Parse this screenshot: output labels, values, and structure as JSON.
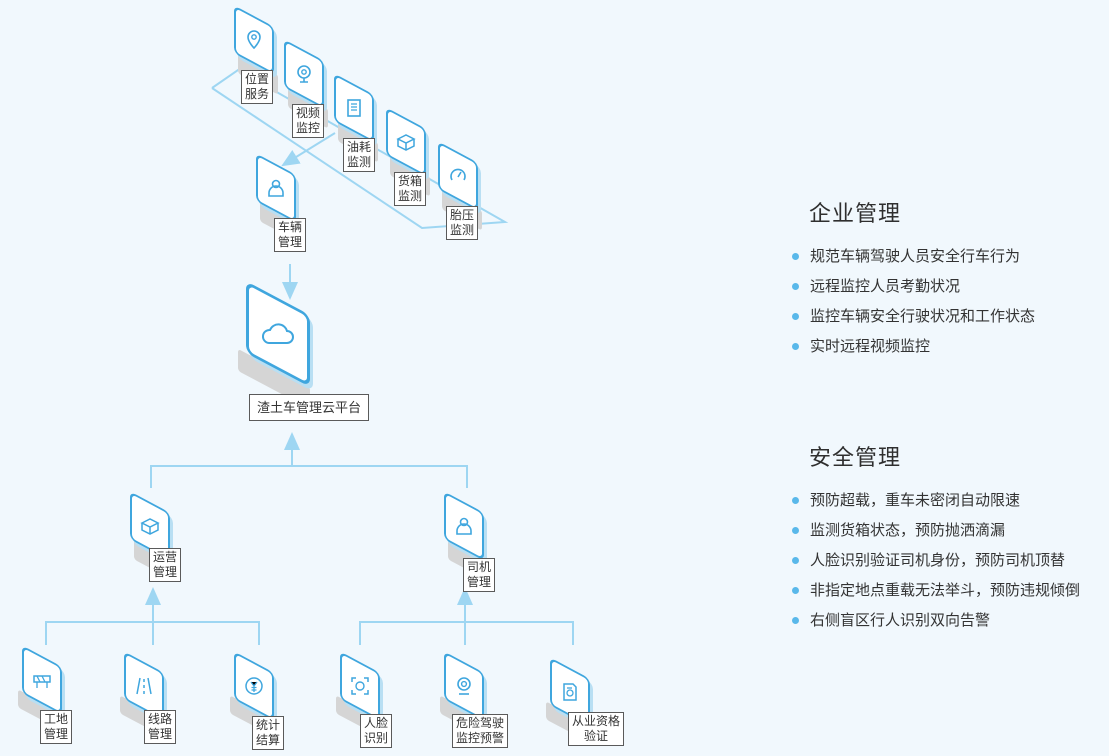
{
  "platform": {
    "label": "渣土车管理云平台"
  },
  "top_row": [
    {
      "id": "location",
      "label": "位置\n服务",
      "icon": "location-pin-icon"
    },
    {
      "id": "video",
      "label": "视频\n监控",
      "icon": "camera-icon"
    },
    {
      "id": "fuel",
      "label": "油耗\n监测",
      "icon": "fuel-gauge-icon"
    },
    {
      "id": "cargo",
      "label": "货箱\n监测",
      "icon": "cargo-box-icon"
    },
    {
      "id": "tire",
      "label": "胎压\n监测",
      "icon": "tire-gauge-icon"
    }
  ],
  "vehicle": {
    "label": "车辆\n管理",
    "icon": "vehicle-user-icon"
  },
  "operation": {
    "label": "运营\n管理",
    "icon": "cargo-box-icon"
  },
  "driver": {
    "label": "司机\n管理",
    "icon": "driver-user-icon"
  },
  "bottom_row": [
    {
      "id": "site",
      "label": "工地\n管理",
      "icon": "construction-barrier-icon"
    },
    {
      "id": "route",
      "label": "线路\n管理",
      "icon": "road-icon"
    },
    {
      "id": "settle",
      "label": "统计\n结算",
      "icon": "yen-coin-icon"
    },
    {
      "id": "face",
      "label": "人脸\n识别",
      "icon": "face-scan-icon"
    },
    {
      "id": "danger",
      "label": "危险驾驶\n监控预警",
      "icon": "warning-camera-icon"
    },
    {
      "id": "license",
      "label": "从业资格\n验证",
      "icon": "certificate-icon"
    }
  ],
  "enterprise": {
    "title": "企业管理",
    "items": [
      "规范车辆驾驶人员安全行车行为",
      "远程监控人员考勤状况",
      "监控车辆安全行驶状况和工作状态",
      "实时远程视频监控"
    ]
  },
  "safety": {
    "title": "安全管理",
    "items": [
      "预防超载，重车未密闭自动限速",
      "监测货箱状态，预防抛洒滴漏",
      "人脸识别验证司机身份，预防司机顶替",
      "非指定地点重载无法举斗，预防违规倾倒",
      "右侧盲区行人识别双向告警"
    ]
  },
  "colors": {
    "accent": "#3fa6de",
    "connector": "#9ed6f2",
    "bullet": "#59b8ea"
  }
}
